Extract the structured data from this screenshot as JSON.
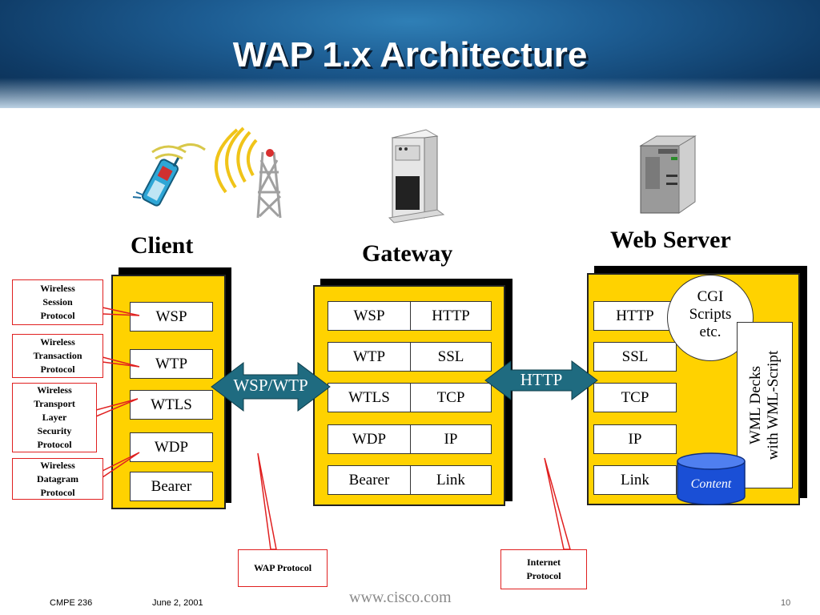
{
  "title": "WAP 1.x Architecture",
  "headings": {
    "client": "Client",
    "gateway": "Gateway",
    "web_server": "Web Server"
  },
  "client": {
    "layers": [
      "WSP",
      "WTP",
      "WTLS",
      "WDP",
      "Bearer"
    ]
  },
  "gateway": {
    "left": [
      "WSP",
      "WTP",
      "WTLS",
      "WDP",
      "Bearer"
    ],
    "right": [
      "HTTP",
      "SSL",
      "TCP",
      "IP",
      "Link"
    ]
  },
  "server": {
    "layers": [
      "HTTP",
      "SSL",
      "TCP",
      "IP",
      "Link"
    ],
    "cgi": "CGI\nScripts\netc.",
    "wml": "WML Decks\nwith WML-Script",
    "content": "Content"
  },
  "callouts": {
    "wsp": "Wireless\nSession\nProtocol",
    "wtp": "Wireless\nTransaction\nProtocol",
    "wtls": "Wireless\nTransport\nLayer\nSecurity\nProtocol",
    "wdp": "Wireless\nDatagram\nProtocol",
    "wap": "WAP Protocol",
    "internet": "Internet\nProtocol"
  },
  "arrows": {
    "left": "WSP/WTP",
    "right": "HTTP"
  },
  "footer": {
    "course": "CMPE 236",
    "date": "June 2, 2001",
    "url": "www.cisco.com",
    "page": "10"
  },
  "colors": {
    "panel": "#ffd200",
    "arrow": "#1f6b80",
    "callout_border": "#e02020",
    "banner": "#1d5d93"
  }
}
